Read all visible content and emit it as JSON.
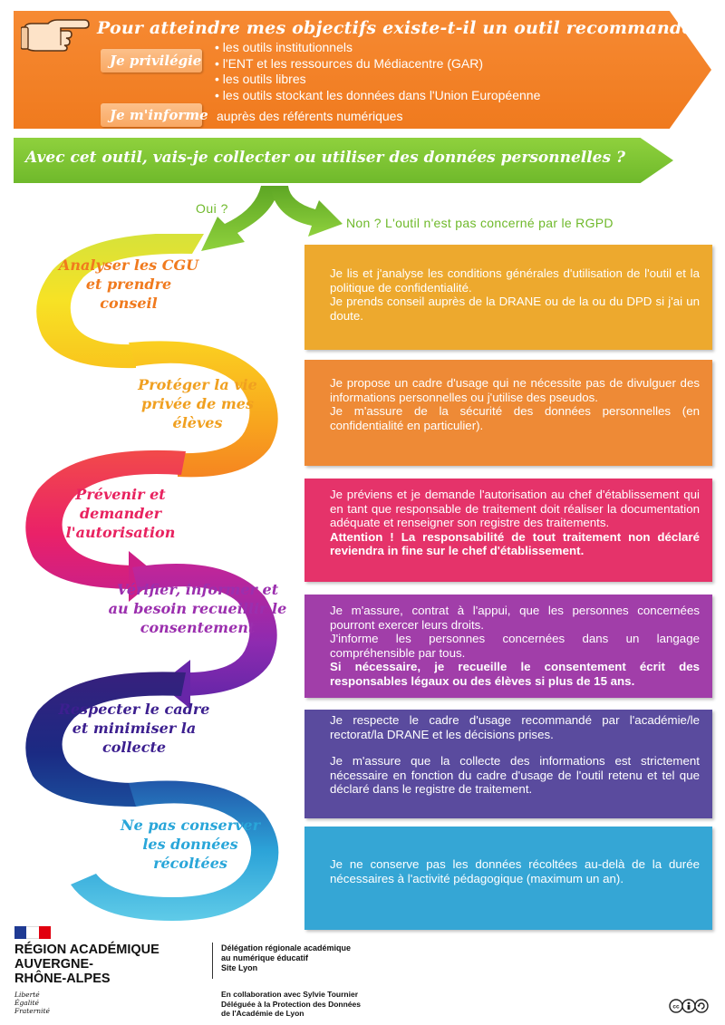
{
  "top": {
    "question": "Pour atteindre mes objectifs existe-t-il un outil recommandé ?",
    "privilegie_label": "Je privilégie",
    "privilegie_items": [
      "• les outils institutionnels",
      "• l'ENT et les ressources du Médiacentre (GAR)",
      "• les outils libres",
      "• les outils stockant les données dans l'Union Européenne"
    ],
    "informe_label": "Je m'informe",
    "informe_text": "auprès des référents numériques"
  },
  "green": {
    "question": "Avec cet outil, vais-je collecter ou utiliser des données personnelles ?"
  },
  "fork": {
    "oui": "Oui ?",
    "non": "Non ? L'outil n'est pas concerné par le RGPD"
  },
  "colors": {
    "orange": "#f07a1e",
    "green": "#6fb92b",
    "yellow": "#eda92e",
    "pink": "#e5336a",
    "purple": "#a13ea9",
    "indigo": "#5a4b9e",
    "cyan": "#35a6d5"
  },
  "steps": [
    {
      "title": "Analyser les CGU et prendre conseil",
      "paragraphs": [
        "Je lis et j'analyse les conditions générales d'utilisation de l'outil et la politique de confidentialité.",
        "Je prends conseil auprès de la DRANE ou de la ou du DPD si j'ai un doute."
      ]
    },
    {
      "title": "Protéger la vie privée de mes élèves",
      "paragraphs": [
        "Je propose un cadre d'usage qui ne nécessite pas de divulguer des informations personnelles ou j'utilise des pseudos.",
        "Je m'assure de la sécurité des données personnelles (en confidentialité en particulier)."
      ]
    },
    {
      "title": "Prévenir et demander l'autorisation",
      "paragraphs": [
        "Je préviens et je demande l'autorisation au chef d'établissement qui en tant que responsable de traitement doit réaliser la documentation adéquate et renseigner son registre des traitements.",
        "Attention ! La responsabilité de tout traitement non déclaré reviendra in fine sur le chef d'établissement."
      ]
    },
    {
      "title": "Vérifier, informer et au besoin recueillir le consentement",
      "paragraphs": [
        "Je m'assure, contrat à l'appui, que les personnes concernées pourront exercer leurs droits.",
        "J'informe les personnes concernées dans un langage compréhensible par tous.",
        "Si nécessaire, je recueille le consentement écrit des responsables légaux ou des élèves si plus de 15 ans."
      ]
    },
    {
      "title": "Respecter le cadre et minimiser la collecte",
      "paragraphs": [
        "Je respecte le cadre d'usage recommandé par l'académie/le rectorat/la DRANE et les décisions prises.",
        "Je m'assure que la collecte des informations est strictement nécessaire en fonction du cadre d'usage de l'outil retenu et tel que déclaré dans le registre de traitement."
      ]
    },
    {
      "title": "Ne pas conserver les données récoltées",
      "paragraphs": [
        "Je ne conserve pas les données récoltées au-delà de la durée nécessaires à l'activité pédagogique (maximum un an)."
      ]
    }
  ],
  "footer": {
    "region": "RÉGION ACADÉMIQUE\nAUVERGNE-\nRHÔNE-ALPES",
    "motto": "Liberté\nÉgalité\nFraternité",
    "delegation": "Délégation régionale académique\nau numérique éducatif\nSite Lyon",
    "collaboration": "En collaboration avec Sylvie Tournier\nDéléguée à la Protection des Données\nde l'Académie de Lyon",
    "license": "cc-by-sa"
  }
}
